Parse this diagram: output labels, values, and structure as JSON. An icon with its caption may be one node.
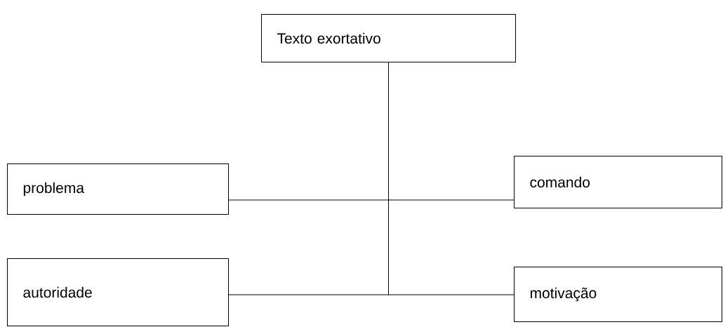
{
  "diagram": {
    "nodes": [
      {
        "text": [
          "Texto exortativo"
        ]
      },
      {
        "text": [
          "problema"
        ]
      },
      {
        "text": [
          "comando"
        ]
      },
      {
        "text": [
          "autoridade"
        ]
      },
      {
        "text": [
          "motivação"
        ]
      }
    ],
    "edges": [
      {
        "from": 0,
        "to": 1,
        "arrow": "none"
      },
      {
        "from": 0,
        "to": 2,
        "arrow": "none"
      },
      {
        "from": 0,
        "to": 3,
        "arrow": "none"
      },
      {
        "from": 0,
        "to": 4,
        "arrow": "none"
      }
    ]
  }
}
